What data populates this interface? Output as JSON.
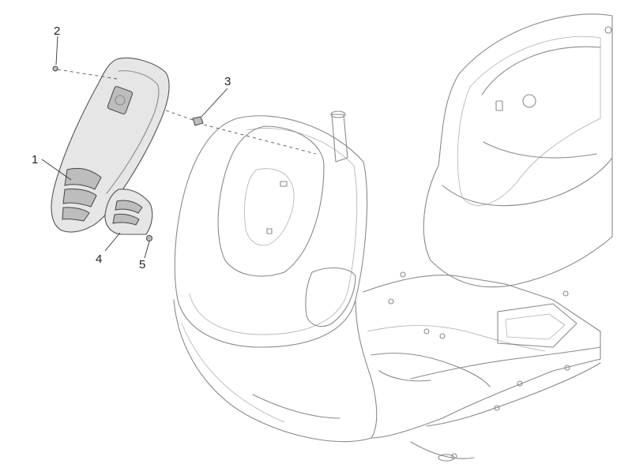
{
  "callouts": [
    {
      "id": "1",
      "label": "1"
    },
    {
      "id": "2",
      "label": "2"
    },
    {
      "id": "3",
      "label": "3"
    },
    {
      "id": "4",
      "label": "4"
    },
    {
      "id": "5",
      "label": "5"
    }
  ],
  "colors": {
    "outline": "#8a8a8a",
    "part_fill": "#e6e6e6",
    "part_stroke": "#555555",
    "callout_text": "#222222"
  }
}
